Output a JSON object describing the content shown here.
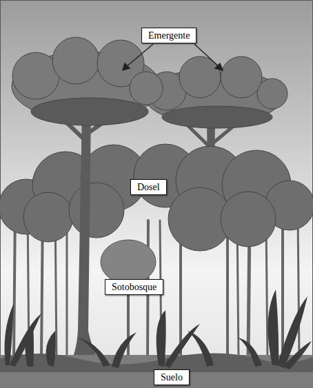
{
  "diagram": {
    "nodes": [
      {
        "text": [
          "Emergente"
        ]
      },
      {
        "text": [
          "Dosel"
        ]
      },
      {
        "text": [
          "Sotobosque"
        ]
      },
      {
        "text": [
          "Suelo"
        ]
      }
    ]
  }
}
